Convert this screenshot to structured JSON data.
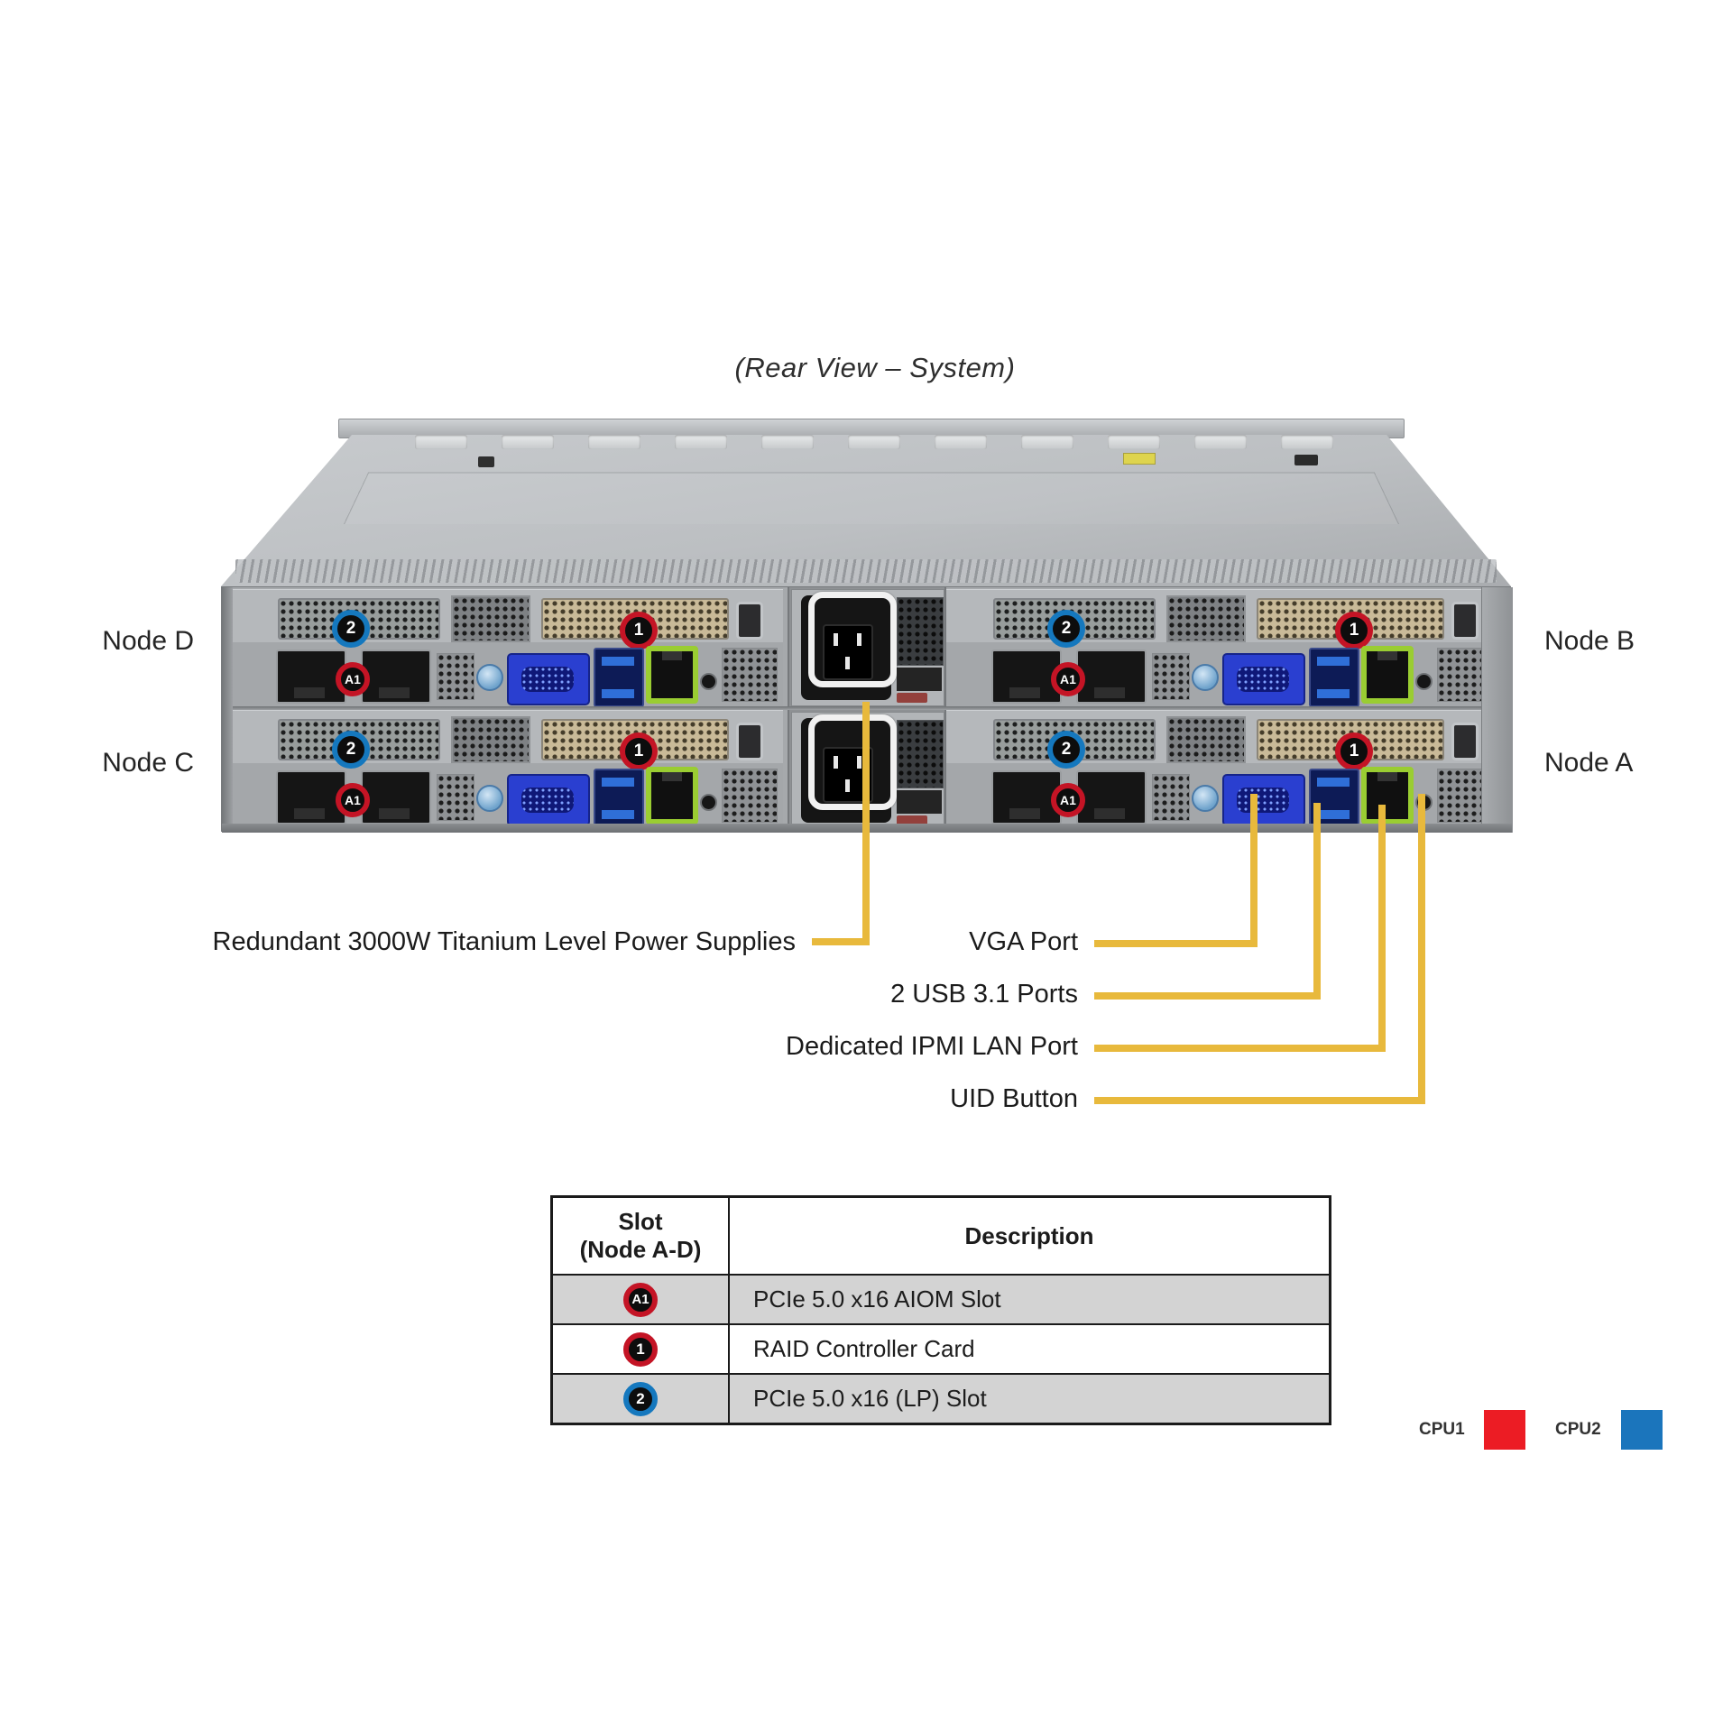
{
  "title": "(Rear View – System)",
  "diagram": {
    "node_labels": {
      "top_left": "Node D",
      "bottom_left": "Node C",
      "top_right": "Node B",
      "bottom_right": "Node A"
    },
    "slot_badges": {
      "lp_slot": "2",
      "raid_slot": "1",
      "aiom_slot": "A1"
    }
  },
  "callouts": {
    "psu": "Redundant 3000W Titanium Level Power Supplies",
    "vga": "VGA Port",
    "usb": "2 USB 3.1 Ports",
    "ipmi": "Dedicated IPMI LAN Port",
    "uid": "UID Button"
  },
  "table": {
    "header": {
      "slot_line1": "Slot",
      "slot_line2": "(Node A-D)",
      "description": "Description"
    },
    "rows": [
      {
        "badge": "A1",
        "badge_color": "red",
        "description": "PCIe 5.0 x16 AIOM Slot"
      },
      {
        "badge": "1",
        "badge_color": "red",
        "description": "RAID Controller Card"
      },
      {
        "badge": "2",
        "badge_color": "blue",
        "description": "PCIe 5.0 x16 (LP) Slot"
      }
    ]
  },
  "legend": [
    {
      "label": "CPU1",
      "color": "#ec1c24"
    },
    {
      "label": "CPU2",
      "color": "#1b75bc"
    }
  ],
  "colors": {
    "callout_line": "#e8b93c",
    "badge_red": "#c41425",
    "badge_blue": "#1578be"
  }
}
